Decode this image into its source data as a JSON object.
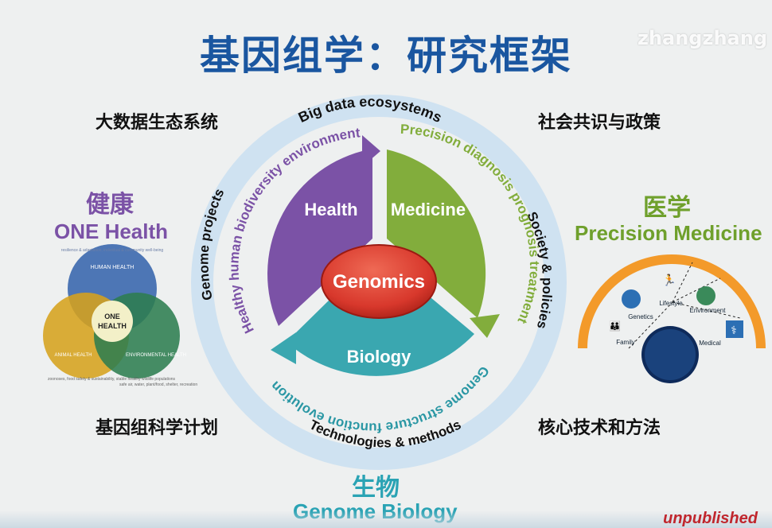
{
  "title": "基因组学：研究框架",
  "watermark": "zhangzhang",
  "corners": {
    "top_left": "大数据生态系统",
    "top_right": "社会共识与政策",
    "bottom_left": "基因组科学计划",
    "bottom_right": "核心技术和方法"
  },
  "health_side": {
    "cn": "健康",
    "en": "ONE Health"
  },
  "medicine_side": {
    "cn": "医学",
    "en": "Precision Medicine"
  },
  "biology_bottom": {
    "cn": "生物",
    "en": "Genome Biology"
  },
  "ring": {
    "top": "Big data ecosystems",
    "left": "Genome projects",
    "right": "Society & policies",
    "bottom": "Technologies & methods"
  },
  "segments": {
    "health": {
      "label": "Health",
      "arc_text": "Healthy human biodiversity environment",
      "color": "#7b52a6"
    },
    "medicine": {
      "label": "Medicine",
      "arc_text": "Precision diagnosis prognosis treatment",
      "color": "#82ad3c"
    },
    "biology": {
      "label": "Biology",
      "arc_text": "Genome structure function evolution",
      "color": "#3aa7b0"
    }
  },
  "center": {
    "label": "Genomics",
    "color": "#d8382c"
  },
  "one_health_venn": {
    "human": "HUMAN HEALTH",
    "human_sub": "resilience & adaptation, individual & community well-being",
    "animal": "ANIMAL HEALTH",
    "animal_sub": "zoonoses, food safety & sustainability, stable healthy wildlife populations",
    "environmental": "ENVIRONMENTAL HEALTH",
    "environmental_sub": "safe air, water, plant/food, shelter, recreation",
    "center_line1": "ONE",
    "center_line2": "HEALTH"
  },
  "precision_medicine": {
    "genetics": "Genetics",
    "lifestyle": "Lifestyle",
    "environment": "Environment",
    "family": "Family",
    "medical": "Medical"
  },
  "footer": "unpublished"
}
